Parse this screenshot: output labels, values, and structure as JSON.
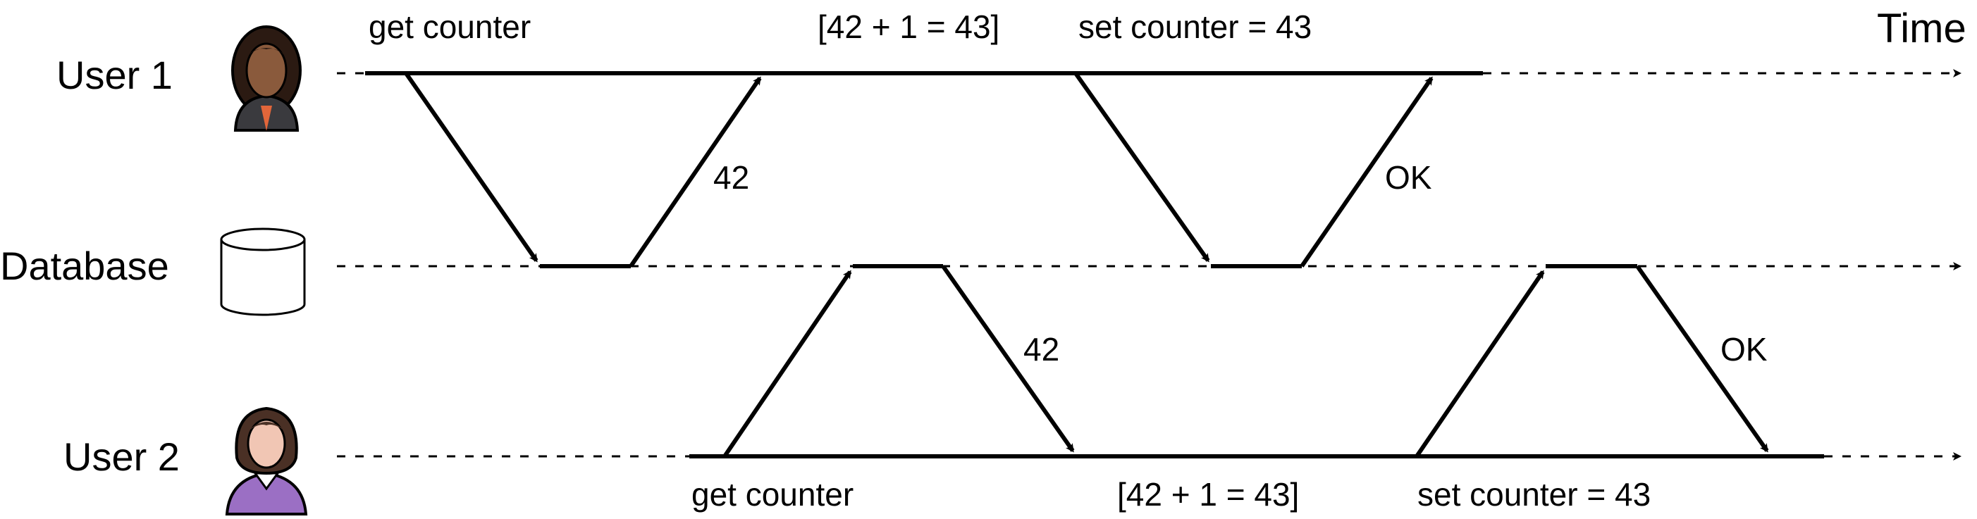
{
  "timeline": {
    "time_label": "Time"
  },
  "actors": {
    "user1": {
      "label": "User 1",
      "icon": "female-user-dark-icon"
    },
    "database": {
      "label": "Database",
      "icon": "database-cylinder-icon"
    },
    "user2": {
      "label": "User 2",
      "icon": "female-user-purple-icon"
    }
  },
  "user1_events": {
    "get": "get counter",
    "compute": "[42 + 1 = 43]",
    "set": "set counter = 43"
  },
  "user1_responses": {
    "value": "42",
    "ack": "OK"
  },
  "user2_events": {
    "get": "get counter",
    "compute": "[42 + 1 = 43]",
    "set": "set counter = 43"
  },
  "user2_responses": {
    "value": "42",
    "ack": "OK"
  },
  "colors": {
    "user1_skin": "#8a5a3c",
    "user1_hair": "#2b1a12",
    "user1_body": "#3a3a3e",
    "user2_body": "#9b6fc4",
    "user2_hair": "#4a3025",
    "user2_skin": "#f1c6b4"
  }
}
